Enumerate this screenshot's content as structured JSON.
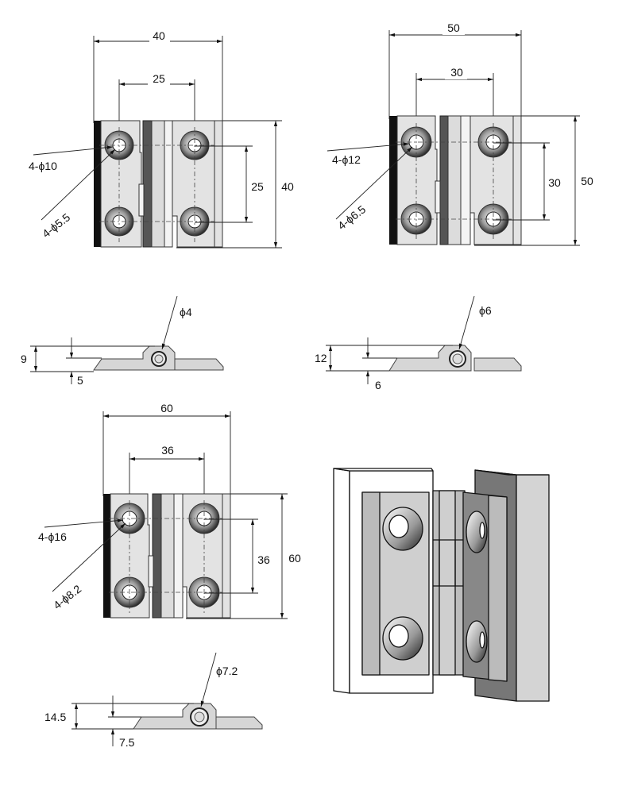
{
  "figure": {
    "description": "Butt hinge technical drawings in three sizes with side profiles and an isometric view",
    "colors": {
      "line": "#222222",
      "plate": "#e3e3e3",
      "edge": "#111111",
      "knuckle_dark": "#555555"
    }
  },
  "views": [
    {
      "id": "hinge-40",
      "front": {
        "overall_width": "40",
        "hole_spacing_horizontal": "25",
        "hole_spacing_vertical": "25",
        "overall_height": "40",
        "counterbore_callout": "4-ϕ10",
        "hole_callout": "4-ϕ5.5"
      },
      "side": {
        "total_thickness": "9",
        "leaf_thickness": "5",
        "pin_diameter": "ϕ4"
      }
    },
    {
      "id": "hinge-50",
      "front": {
        "overall_width": "50",
        "hole_spacing_horizontal": "30",
        "hole_spacing_vertical": "30",
        "overall_height": "50",
        "counterbore_callout": "4-ϕ12",
        "hole_callout": "4-ϕ6.5"
      },
      "side": {
        "total_thickness": "12",
        "leaf_thickness": "6",
        "pin_diameter": "ϕ6"
      }
    },
    {
      "id": "hinge-60",
      "front": {
        "overall_width": "60",
        "hole_spacing_horizontal": "36",
        "hole_spacing_vertical": "36",
        "overall_height": "60",
        "counterbore_callout": "4-ϕ16",
        "hole_callout": "4-ϕ8.2"
      },
      "side": {
        "total_thickness": "14.5",
        "leaf_thickness": "7.5",
        "pin_diameter": "ϕ7.2"
      }
    }
  ],
  "isometric": {
    "label": ""
  }
}
